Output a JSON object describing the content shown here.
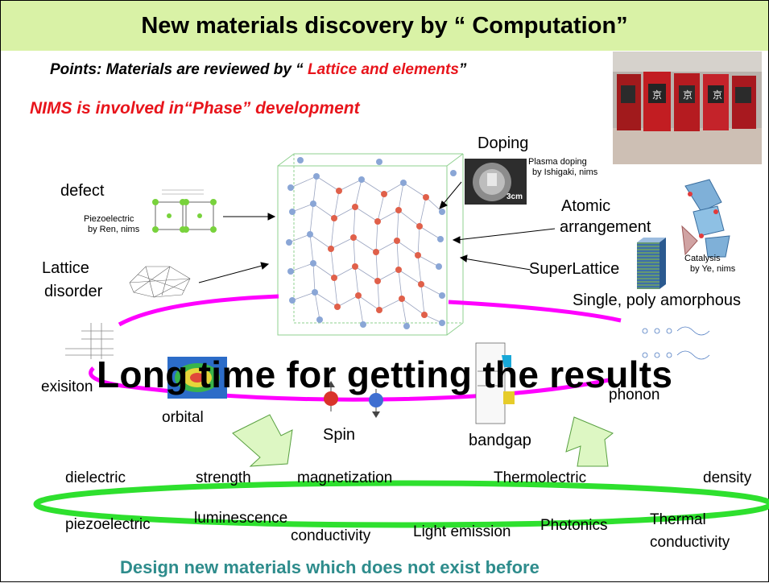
{
  "title": "New materials discovery by “ Computation”",
  "points": {
    "prefix": "Points: Materials are reviewed by “ ",
    "highlight": "Lattice and elements",
    "suffix": "”"
  },
  "nims_line": "NIMS is involved  in“Phase” development",
  "labels": {
    "doping": "Doping",
    "plasma_doping_1": "Plasma doping",
    "plasma_doping_2": "by  Ishigaki, nims",
    "scale_3cm": "3cm",
    "defect": "defect",
    "piezo_caption_1": "Piezoelectric",
    "piezo_caption_2": "by  Ren, nims",
    "atomic_1": "Atomic",
    "atomic_2": "arrangement",
    "catalysis_1": "Catalysis",
    "catalysis_2": "by  Ye, nims",
    "superlattice": "SuperLattice",
    "lattice_1": "Lattice",
    "lattice_2": "disorder",
    "single_poly": "Single, poly amorphous",
    "headline": "Long time for getting the results",
    "exisiton": "exisiton",
    "phonon": "phonon",
    "orbital": "orbital",
    "spin": "Spin",
    "bandgap": "bandgap"
  },
  "properties": {
    "dielectric": "dielectric",
    "strength": "strength",
    "magnetization": "magnetization",
    "thermolectric": "Thermolectric",
    "density": "density",
    "piezoelectric": "piezoelectric",
    "luminescence": "luminescence",
    "conductivity": "conductivity",
    "light_emission": "Light emission",
    "photonics": "Photonics",
    "thermal_1": "Thermal",
    "thermal_2": "conductivity"
  },
  "footer": "Design new  materials which does not exist before",
  "colors": {
    "title_bg": "#d9f2a6",
    "accent_red": "#e8141b",
    "magenta": "#ff00ff",
    "green_ring": "#2ee02e",
    "arrow_fill": "#ddf7c3",
    "footer_teal": "#2e8c8c"
  }
}
